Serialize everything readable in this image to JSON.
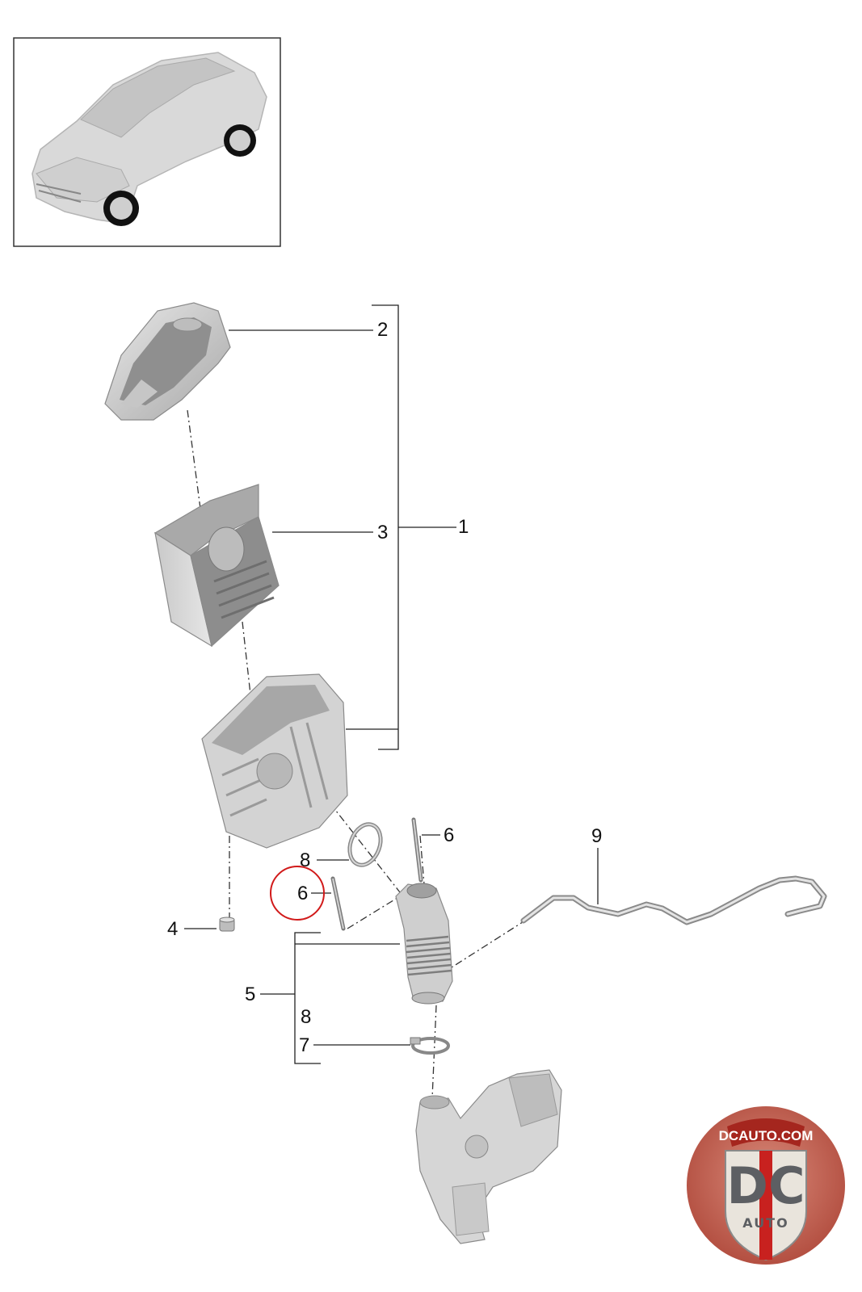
{
  "callouts": {
    "c1": "1",
    "c2": "2",
    "c3": "3",
    "c4": "4",
    "c5": "5",
    "c6a": "6",
    "c6b": "6",
    "c7": "7",
    "c8a": "8",
    "c8b": "8",
    "c9": "9"
  },
  "highlight": {
    "label": "6",
    "color": "#d11a1a"
  },
  "watermark": {
    "site": "DCAUTO.COM",
    "initials": "DC",
    "tagline": "AUTO",
    "accent": "#c8211f"
  },
  "colors": {
    "line": "#222222",
    "part_fill": "#d4d4d4",
    "part_dark": "#9a9a9a"
  }
}
